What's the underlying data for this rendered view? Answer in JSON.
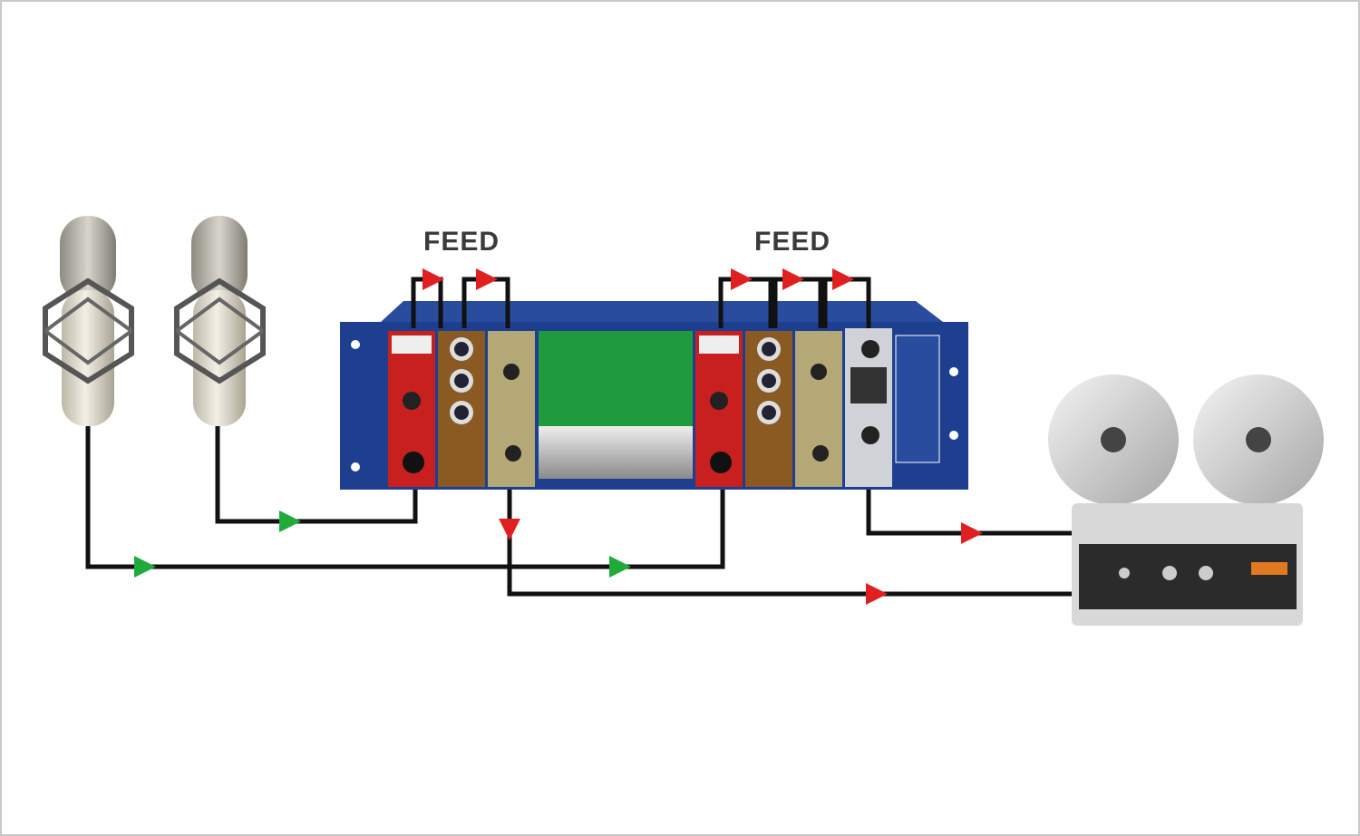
{
  "labels": {
    "feed_left": "FEED",
    "feed_right": "FEED"
  },
  "colors": {
    "signal_in": "#1faa3a",
    "signal_feed": "#e02020",
    "cable": "#111111",
    "rack": "#1e3f8f"
  },
  "devices": [
    "microphone-1",
    "microphone-2",
    "rack-500-series",
    "reel-to-reel-tape-machine"
  ]
}
